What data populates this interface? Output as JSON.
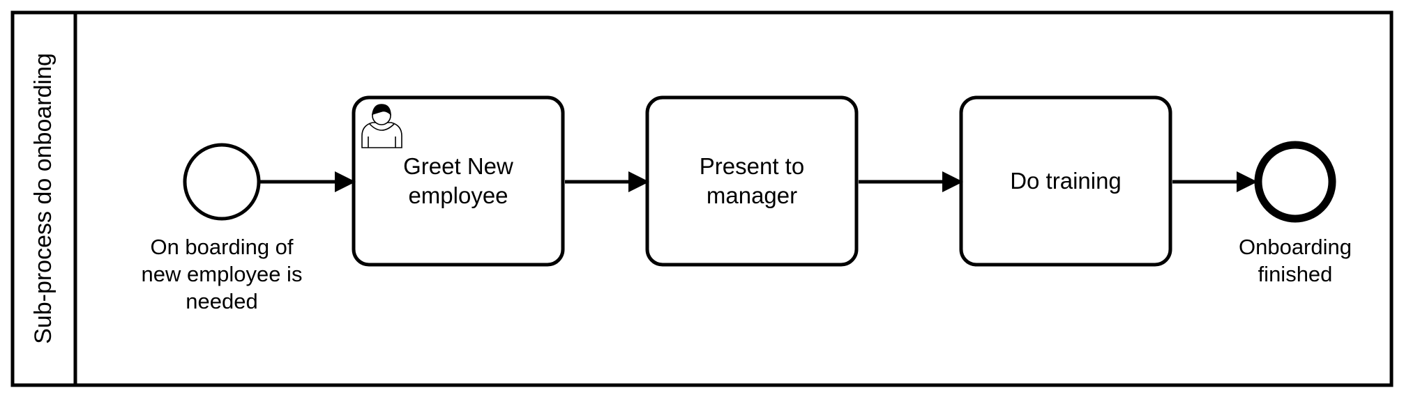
{
  "pool": {
    "label": "Sub-process do onboarding"
  },
  "start_event": {
    "label": "On boarding of new employee is needed"
  },
  "tasks": [
    {
      "label": "Greet New employee",
      "type": "user-task"
    },
    {
      "label": "Present to manager",
      "type": "task"
    },
    {
      "label": "Do training",
      "type": "task"
    }
  ],
  "end_event": {
    "label": "Onboarding finished"
  }
}
